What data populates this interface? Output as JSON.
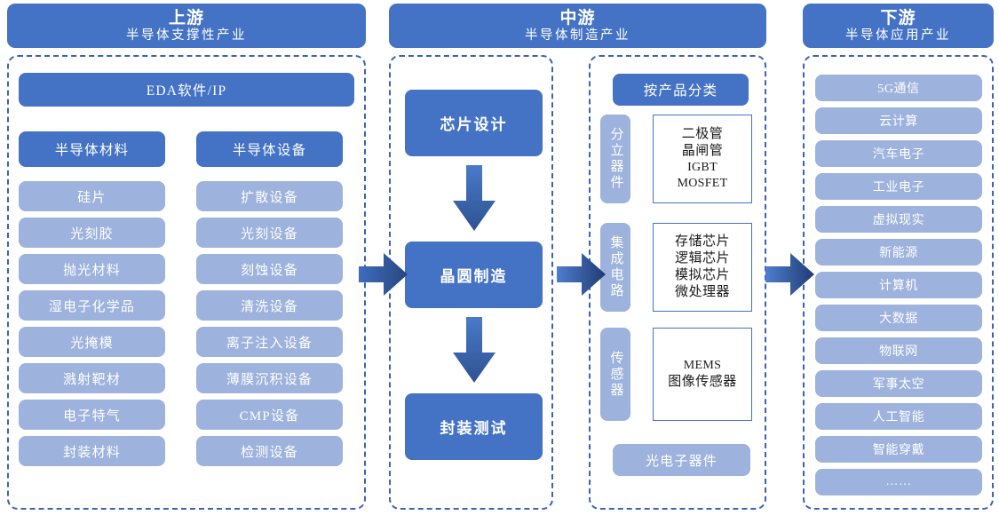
{
  "colors": {
    "accent_dark": "#4472c4",
    "accent_light": "#9db2dc",
    "dashed_border": "#3b62b5",
    "arrow_dark": "#2e5395",
    "white_box_border": "#4472c4"
  },
  "stages": [
    {
      "title": "上游",
      "subtitle": "半导体支撑性产业"
    },
    {
      "title": "中游",
      "subtitle": "半导体制造产业"
    },
    {
      "title": "下游",
      "subtitle": "半导体应用产业"
    }
  ],
  "upstream": {
    "eda_label": "EDA软件/IP",
    "materials": {
      "header": "半导体材料",
      "items": [
        "硅片",
        "光刻胶",
        "抛光材料",
        "湿电子化学品",
        "光掩模",
        "溅射靶材",
        "电子特气",
        "封装材料"
      ]
    },
    "equipment": {
      "header": "半导体设备",
      "items": [
        "扩散设备",
        "光刻设备",
        "刻蚀设备",
        "清洗设备",
        "离子注入设备",
        "薄膜沉积设备",
        "CMP设备",
        "检测设备"
      ]
    }
  },
  "midstream": {
    "process": [
      "芯片设计",
      "晶圆制造",
      "封装测试"
    ],
    "classification": {
      "header": "按产品分类",
      "groups": [
        {
          "label": "分立器件",
          "items": [
            "二极管",
            "晶闸管",
            "IGBT",
            "MOSFET"
          ]
        },
        {
          "label": "集成电路",
          "items": [
            "存储芯片",
            "逻辑芯片",
            "模拟芯片",
            "微处理器"
          ]
        },
        {
          "label": "传感器",
          "items": [
            "MEMS",
            "图像传感器"
          ]
        }
      ],
      "extra": "光电子器件"
    }
  },
  "downstream": {
    "items": [
      "5G通信",
      "云计算",
      "汽车电子",
      "工业电子",
      "虚拟现实",
      "新能源",
      "计算机",
      "大数据",
      "物联网",
      "军事太空",
      "人工智能",
      "智能穿戴",
      "……"
    ]
  },
  "arrows": {
    "right_1": "arrow-right-upstream-to-midstream",
    "right_2": "arrow-right-process-to-products",
    "right_3": "arrow-right-midstream-to-downstream",
    "down_1": "arrow-down-design-to-wafer",
    "down_2": "arrow-down-wafer-to-packaging"
  }
}
